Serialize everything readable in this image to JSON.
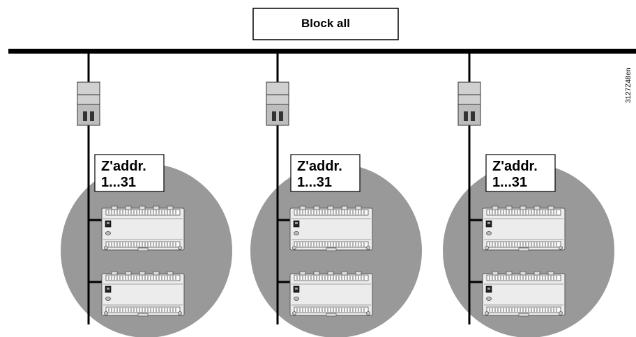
{
  "diagram": {
    "block_label": "Block all",
    "reference_code": "3127Z48en",
    "zones": [
      {
        "label_line1": "Z'addr.",
        "label_line2": "1...31"
      },
      {
        "label_line1": "Z'addr.",
        "label_line2": "1...31"
      },
      {
        "label_line1": "Z'addr.",
        "label_line2": "1...31"
      }
    ]
  }
}
